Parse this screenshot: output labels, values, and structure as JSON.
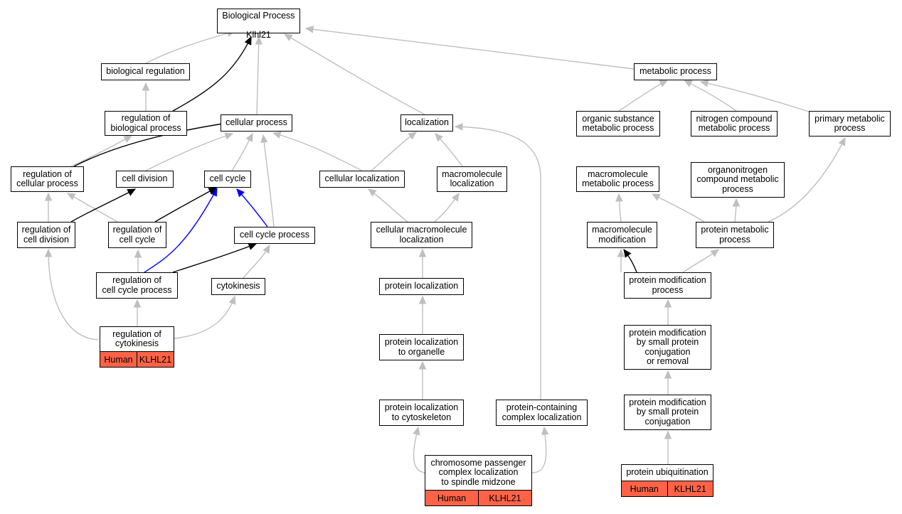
{
  "root": {
    "line1": "Biological Process",
    "line2": "Klhl21"
  },
  "colors": {
    "grey_edge": "#bfbfbf",
    "bold_edge": "#000000",
    "blue_edge": "#0000ff",
    "species_tag": "#ff6347"
  },
  "nodes": {
    "biological_regulation": "biological regulation",
    "regulation_of_biological_process": "regulation of\nbiological process",
    "cellular_process": "cellular process",
    "localization": "localization",
    "metabolic_process": "metabolic process",
    "organic_substance_metabolic_process": "organic substance\nmetabolic process",
    "nitrogen_compound_metabolic_process": "nitrogen compound\nmetabolic process",
    "primary_metabolic_process": "primary metabolic\nprocess",
    "regulation_of_cellular_process": "regulation of\ncellular process",
    "cell_division": "cell division",
    "cell_cycle": "cell cycle",
    "cellular_localization": "cellular localization",
    "macromolecule_localization": "macromolecule\nlocalization",
    "macromolecule_metabolic_process": "macromolecule\nmetabolic process",
    "organonitrogen_compound_metabolic_process": "organonitrogen\ncompound metabolic\nprocess",
    "regulation_of_cell_division": "regulation of\ncell division",
    "regulation_of_cell_cycle": "regulation of\ncell cycle",
    "cell_cycle_process": "cell cycle process",
    "cellular_macromolecule_localization": "cellular macromolecule\nlocalization",
    "macromolecule_modification": "macromolecule\nmodification",
    "protein_metabolic_process": "protein metabolic\nprocess",
    "regulation_of_cell_cycle_process": "regulation of\ncell cycle process",
    "cytokinesis": "cytokinesis",
    "protein_localization": "protein localization",
    "protein_modification_process": "protein modification\nprocess",
    "regulation_of_cytokinesis": "regulation of\ncytokinesis",
    "protein_localization_to_organelle": "protein localization\nto organelle",
    "protein_modification_by_small_protein_conjugation_or_removal": "protein modification\nby small protein\nconjugation\nor removal",
    "protein_localization_to_cytoskeleton": "protein localization\nto cytoskeleton",
    "protein_containing_complex_localization": "protein-containing\ncomplex localization",
    "protein_modification_by_small_protein_conjugation": "protein modification\nby small protein\nconjugation",
    "chromosome_passenger_complex_localization": "chromosome passenger\ncomplex localization\nto spindle midzone",
    "protein_ubiquitination": "protein ubiquitination"
  },
  "annotations": {
    "regulation_of_cytokinesis": {
      "species": "Human",
      "gene": "KLHL21"
    },
    "chromosome_passenger_complex_localization": {
      "species": "Human",
      "gene": "KLHL21"
    },
    "protein_ubiquitination": {
      "species": "Human",
      "gene": "KLHL21"
    }
  },
  "edges": [
    {
      "from": "biological_regulation",
      "to": "root",
      "style": "grey"
    },
    {
      "from": "regulation_of_biological_process",
      "to": "root",
      "style": "bold"
    },
    {
      "from": "cellular_process",
      "to": "root",
      "style": "grey"
    },
    {
      "from": "localization",
      "to": "root",
      "style": "grey"
    },
    {
      "from": "metabolic_process",
      "to": "root",
      "style": "grey"
    },
    {
      "from": "regulation_of_biological_process",
      "to": "biological_regulation",
      "style": "grey"
    },
    {
      "from": "regulation_of_cellular_process",
      "to": "regulation_of_biological_process",
      "style": "grey"
    },
    {
      "from": "regulation_of_cellular_process",
      "to": "cellular_process",
      "style": "bold"
    },
    {
      "from": "cell_division",
      "to": "cellular_process",
      "style": "grey"
    },
    {
      "from": "cell_cycle",
      "to": "cellular_process",
      "style": "grey"
    },
    {
      "from": "cell_cycle_process",
      "to": "cellular_process",
      "style": "grey"
    },
    {
      "from": "cellular_localization",
      "to": "cellular_process",
      "style": "grey"
    },
    {
      "from": "cellular_localization",
      "to": "localization",
      "style": "grey"
    },
    {
      "from": "macromolecule_localization",
      "to": "localization",
      "style": "grey"
    },
    {
      "from": "protein_containing_complex_localization",
      "to": "localization",
      "style": "grey"
    },
    {
      "from": "organic_substance_metabolic_process",
      "to": "metabolic_process",
      "style": "grey"
    },
    {
      "from": "nitrogen_compound_metabolic_process",
      "to": "metabolic_process",
      "style": "grey"
    },
    {
      "from": "primary_metabolic_process",
      "to": "metabolic_process",
      "style": "grey"
    },
    {
      "from": "regulation_of_cell_division",
      "to": "regulation_of_cellular_process",
      "style": "grey"
    },
    {
      "from": "regulation_of_cell_cycle",
      "to": "regulation_of_cellular_process",
      "style": "grey"
    },
    {
      "from": "regulation_of_cell_division",
      "to": "cell_division",
      "style": "bold"
    },
    {
      "from": "cytokinesis",
      "to": "cell_division",
      "style": "blue"
    },
    {
      "from": "regulation_of_cell_cycle",
      "to": "cell_cycle",
      "style": "bold"
    },
    {
      "from": "cell_cycle_process",
      "to": "cell_cycle",
      "style": "blue"
    },
    {
      "from": "cellular_macromolecule_localization",
      "to": "cellular_localization",
      "style": "grey"
    },
    {
      "from": "cellular_macromolecule_localization",
      "to": "macromolecule_localization",
      "style": "grey"
    },
    {
      "from": "macromolecule_metabolic_process",
      "to": "organic_substance_metabolic_process",
      "style": "grey"
    },
    {
      "from": "organonitrogen_compound_metabolic_process",
      "to": "organic_substance_metabolic_process",
      "style": "grey"
    },
    {
      "from": "organonitrogen_compound_metabolic_process",
      "to": "nitrogen_compound_metabolic_process",
      "style": "grey"
    },
    {
      "from": "protein_metabolic_process",
      "to": "primary_metabolic_process",
      "style": "grey"
    },
    {
      "from": "regulation_of_cell_cycle_process",
      "to": "regulation_of_cell_cycle",
      "style": "grey"
    },
    {
      "from": "regulation_of_cell_cycle_process",
      "to": "cell_cycle_process",
      "style": "bold"
    },
    {
      "from": "cytokinesis",
      "to": "cell_cycle_process",
      "style": "grey"
    },
    {
      "from": "protein_localization",
      "to": "cellular_macromolecule_localization",
      "style": "grey"
    },
    {
      "from": "macromolecule_modification",
      "to": "macromolecule_metabolic_process",
      "style": "grey"
    },
    {
      "from": "protein_metabolic_process",
      "to": "macromolecule_metabolic_process",
      "style": "grey"
    },
    {
      "from": "protein_metabolic_process",
      "to": "organonitrogen_compound_metabolic_process",
      "style": "grey"
    },
    {
      "from": "regulation_of_cytokinesis",
      "to": "regulation_of_cell_division",
      "style": "grey"
    },
    {
      "from": "regulation_of_cytokinesis",
      "to": "regulation_of_cell_cycle_process",
      "style": "grey"
    },
    {
      "from": "regulation_of_cytokinesis",
      "to": "cytokinesis",
      "style": "bold"
    },
    {
      "from": "protein_modification_process",
      "to": "macromolecule_modification",
      "style": "grey"
    },
    {
      "from": "protein_modification_process",
      "to": "protein_metabolic_process",
      "style": "grey"
    },
    {
      "from": "protein_localization_to_organelle",
      "to": "protein_localization",
      "style": "grey"
    },
    {
      "from": "protein_modification_by_small_protein_conjugation_or_removal",
      "to": "protein_modification_process",
      "style": "grey"
    },
    {
      "from": "protein_localization_to_cytoskeleton",
      "to": "protein_localization_to_organelle",
      "style": "grey"
    },
    {
      "from": "protein_modification_by_small_protein_conjugation",
      "to": "protein_modification_by_small_protein_conjugation_or_removal",
      "style": "grey"
    },
    {
      "from": "chromosome_passenger_complex_localization",
      "to": "protein_localization_to_cytoskeleton",
      "style": "grey"
    },
    {
      "from": "chromosome_passenger_complex_localization",
      "to": "protein_containing_complex_localization",
      "style": "grey"
    },
    {
      "from": "protein_ubiquitination",
      "to": "protein_modification_by_small_protein_conjugation",
      "style": "grey"
    }
  ]
}
